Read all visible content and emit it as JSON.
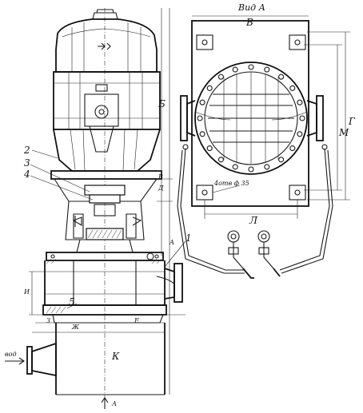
{
  "view_title": "Вид А",
  "dimension_labels": {
    "b_top": "В",
    "g_right": "Г",
    "m_right": "М",
    "l_bottom": "Л",
    "b_left": "Б",
    "v_left": "В",
    "d_left": "Д",
    "a_left": "А",
    "i_left": "И",
    "zh_bottom": "Ж",
    "e_bottom": "Е",
    "k_left": "К",
    "z_left": "З"
  },
  "callouts": {
    "c1": "1",
    "c2": "2",
    "c3": "3",
    "c4": "4",
    "c5": "5"
  },
  "hole_note": "4отв ф 35",
  "flow_label": "вод",
  "view_arrow_label": "А",
  "colors": {
    "ink": "#1a1a1a",
    "paper": "#ffffff"
  }
}
